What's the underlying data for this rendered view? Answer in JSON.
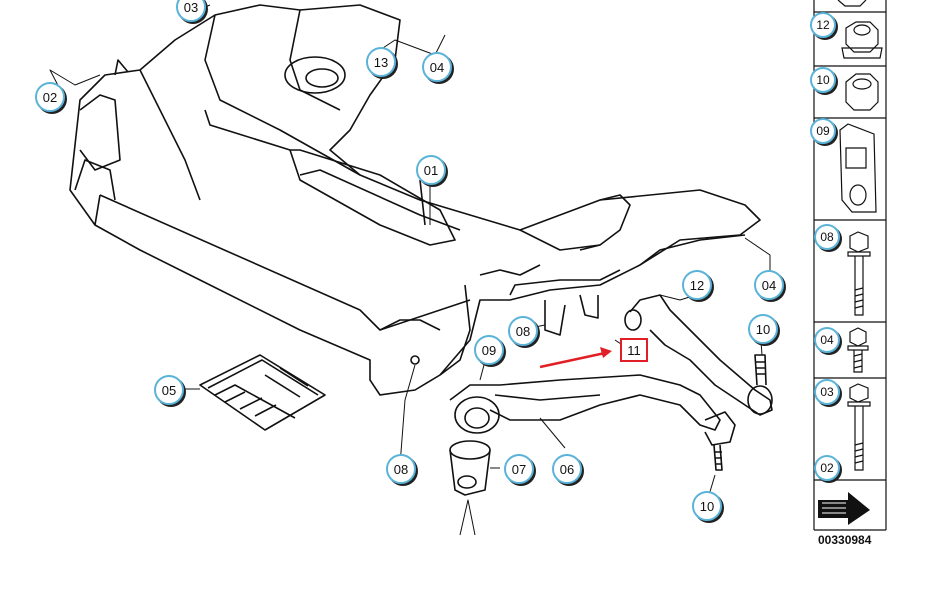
{
  "diagram": {
    "code": "00330984",
    "highlighted_part": "11",
    "colors": {
      "callout_border": "#5ab3d9",
      "highlight": "#e01f26",
      "line": "#111111"
    }
  },
  "callouts": {
    "c03_top": "03",
    "c02_left": "02",
    "c13": "13",
    "c04_top": "04",
    "c01": "01",
    "c04_right": "04",
    "c12": "12",
    "c08_mid": "08",
    "c09": "09",
    "c10_right": "10",
    "c11": "11",
    "c05": "05",
    "c08_bottom": "08",
    "c07": "07",
    "c06": "06",
    "c10_bottom": "10"
  },
  "parts_column": [
    {
      "label": "12",
      "icon": "flange-nut-icon"
    },
    {
      "label": "10",
      "icon": "hex-nut-icon"
    },
    {
      "label": "09",
      "icon": "bracket-clip-icon"
    },
    {
      "label": "08",
      "icon": "long-bolt-icon"
    },
    {
      "label": "04",
      "icon": "short-bolt-icon"
    },
    {
      "label": "03",
      "icon": "bolt-icon"
    },
    {
      "label": "02",
      "icon": "arrow-icon"
    }
  ]
}
